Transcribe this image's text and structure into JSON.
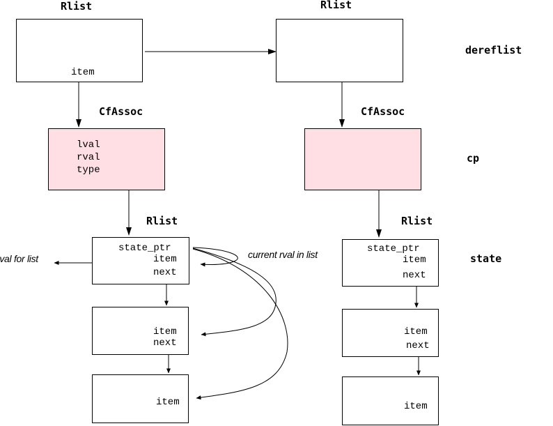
{
  "left": {
    "rlist_top_title": "Rlist",
    "rlist_top_field": "item",
    "cfassoc_title": "CfAssoc",
    "cfassoc_fields": [
      "lval",
      "rval",
      "type"
    ],
    "state_title": "Rlist",
    "state_node": [
      "state_ptr",
      "item",
      "next"
    ],
    "node2": [
      "item",
      "next"
    ],
    "node3": [
      "item"
    ]
  },
  "right": {
    "rlist_top_title": "Rlist",
    "cfassoc_title": "CfAssoc",
    "state_title": "Rlist",
    "state_node": [
      "state_ptr",
      "item",
      "next"
    ],
    "node2": [
      "item",
      "next"
    ],
    "node3": [
      "item"
    ]
  },
  "row_labels": {
    "dereflist": "dereflist",
    "cp": "cp",
    "state": "state"
  },
  "annotations": {
    "rval_for_list": "rval for list",
    "current_rval": "current rval in list"
  },
  "colors": {
    "cfassoc_fill": "#ffdfe3",
    "stroke": "#000000"
  }
}
